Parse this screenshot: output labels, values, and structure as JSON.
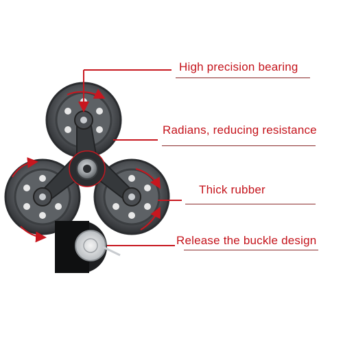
{
  "annotations": [
    {
      "id": "bearing",
      "text": "High precision bearing"
    },
    {
      "id": "radians",
      "text": "Radians, reducing resistance"
    },
    {
      "id": "rubber",
      "text": "Thick rubber"
    },
    {
      "id": "buckle",
      "text": "Release the buckle design"
    }
  ],
  "colors": {
    "label_red": "#c4121a",
    "arrow_red": "#c8171f",
    "wheel_dark": "#3a3d40",
    "wheel_mid": "#6b6f73",
    "background": "#ffffff"
  },
  "icons": [
    "stair-climbing-tri-wheel",
    "bearing-hub",
    "quick-release-buckle"
  ]
}
